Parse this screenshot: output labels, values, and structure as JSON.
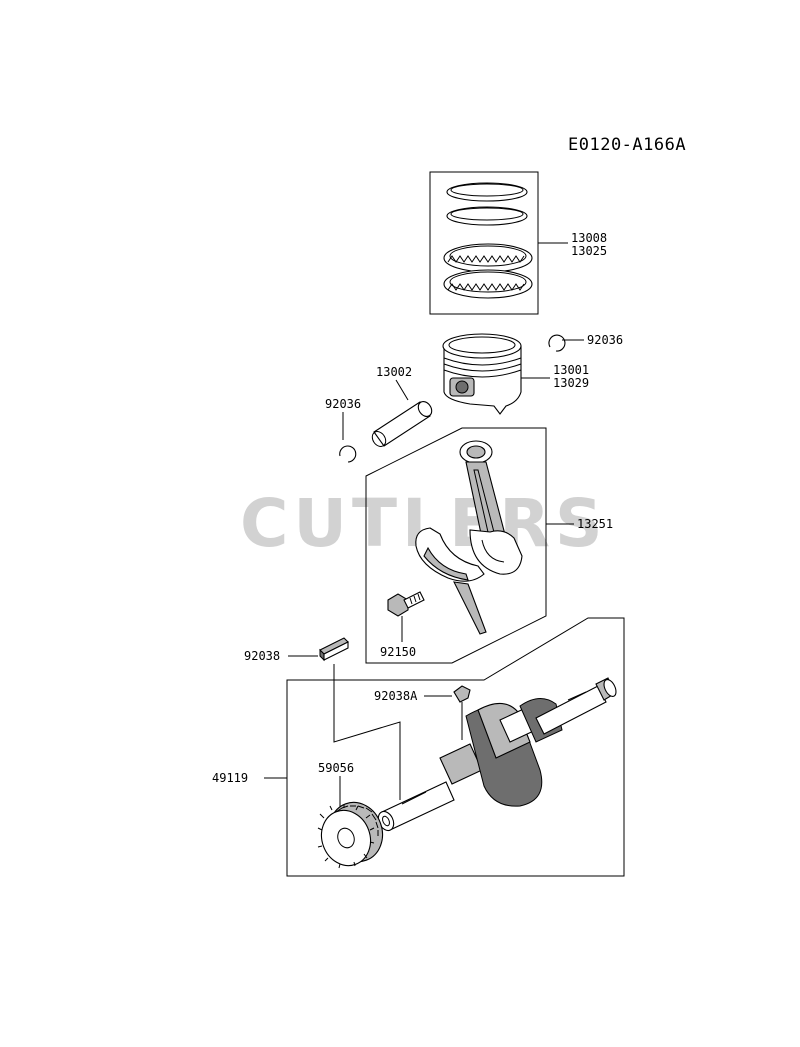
{
  "diagram_code": "E0120-A166A",
  "watermark": "CUTLERS",
  "parts": {
    "ring_set": [
      "13008",
      "13025"
    ],
    "circlip_right": "92036",
    "piston": [
      "13001",
      "13029"
    ],
    "piston_pin": "13002",
    "circlip_left": "92036",
    "connecting_rod": "13251",
    "rod_bolt": "92150",
    "key": "92038",
    "key_a": "92038A",
    "crankshaft": "49119",
    "gear": "59056"
  },
  "colors": {
    "line": "#000000",
    "part_shade": "#b9b9b9",
    "watermark": "#d2d2d2"
  }
}
